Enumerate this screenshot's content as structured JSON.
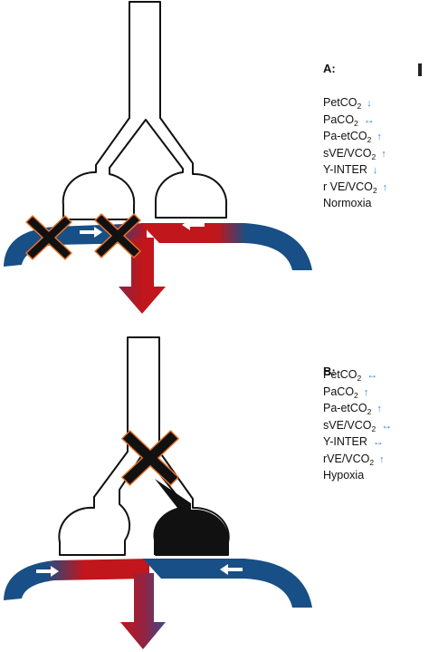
{
  "panels": [
    {
      "title": "A:",
      "condition": "Normoxia",
      "rows": [
        {
          "base": "PetCO",
          "sub": "2",
          "arrow": "down"
        },
        {
          "base": "PaCO",
          "sub": "2",
          "arrow": "leftright"
        },
        {
          "base": "Pa-etCO",
          "sub": "2",
          "arrow": "up"
        },
        {
          "base": "sVE/VCO",
          "sub": "2",
          "arrow": "up"
        },
        {
          "base": "Y-INTER",
          "sub": "",
          "arrow": "down"
        },
        {
          "base": "r VE/VCO",
          "sub": "2",
          "arrow": "up"
        }
      ]
    },
    {
      "title": "B:",
      "condition": "Hypoxia",
      "rows": [
        {
          "base": "PetCO",
          "sub": "2",
          "arrow": "leftright"
        },
        {
          "base": "PaCO",
          "sub": "2",
          "arrow": "up"
        },
        {
          "base": "Pa-etCO",
          "sub": "2",
          "arrow": "up"
        },
        {
          "base": "sVE/VCO",
          "sub": "2",
          "arrow": "leftright"
        },
        {
          "base": "Y-INTER",
          "sub": "",
          "arrow": "leftright"
        },
        {
          "base": "rVE/VCO",
          "sub": "2",
          "arrow": "up"
        }
      ]
    }
  ],
  "colors": {
    "venous_blue": "#174f86",
    "arterial_red": "#c0161c",
    "arrow_blue": "#3d86d8",
    "blocker_black": "#111111",
    "blocker_outline": "#e8742a",
    "outline": "#111111"
  },
  "arrow_glyphs": {
    "up": "↑",
    "down": "↓",
    "leftright": "↔"
  }
}
